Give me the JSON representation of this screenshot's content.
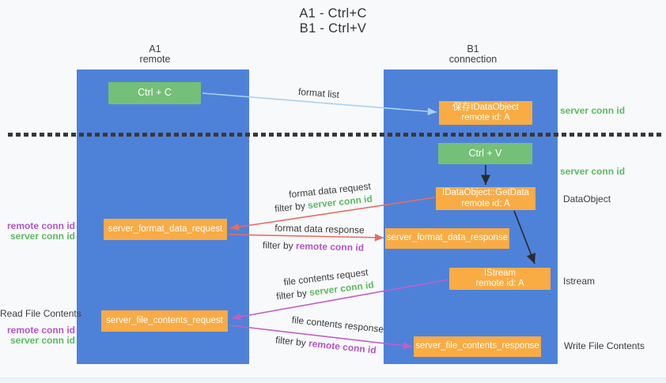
{
  "title": {
    "line1": "A1 - Ctrl+C",
    "line2": "B1 - Ctrl+V"
  },
  "lanes": {
    "left": {
      "name": "A1",
      "role": "remote"
    },
    "right": {
      "name": "B1",
      "role": "connection"
    }
  },
  "nodes": {
    "ctrl_c": "Ctrl + C",
    "ctrl_v": "Ctrl + V",
    "save_idataobject": {
      "line1": "保存IDataObject",
      "line2": "remote id: A"
    },
    "getdata": {
      "line1": "IDataObject::GetData",
      "line2": "remote id: A"
    },
    "istream": {
      "line1": "IStream",
      "line2": "remote id: A"
    },
    "server_format_data_request": "server_format_data_request",
    "server_format_data_response": "server_format_data_response",
    "server_file_contents_request": "server_file_contents_request",
    "server_file_contents_response": "server_file_contents_response"
  },
  "labels": {
    "format_list": "format list",
    "format_data_request": "format data request",
    "format_data_response": "format data response",
    "file_contents_request": "file contents request",
    "file_contents_response": "file contents response",
    "filter_by": "filter by",
    "server_conn_id": "server conn id",
    "remote_conn_id": "remote conn id"
  },
  "side_labels": {
    "server_conn_id": "server conn id",
    "remote_conn_id": "remote conn id",
    "dataobject": "DataObject",
    "istream": "Istream",
    "read_file_contents": "Read File Contents",
    "write_file_contents": "Write File Contents"
  },
  "colors": {
    "bg": "#f8f9fa",
    "lane_blue": "#4e82d9",
    "green_box": "#74c078",
    "orange_box": "#f9ab44",
    "arrow_blue": "#a9d2ee",
    "arrow_red": "#e96b62",
    "arrow_magenta": "#c05fc5",
    "arrow_black": "#2b2b2b",
    "green_text": "#5dba62",
    "purple_text": "#b455c8",
    "text_dark": "#3c3c3c"
  }
}
